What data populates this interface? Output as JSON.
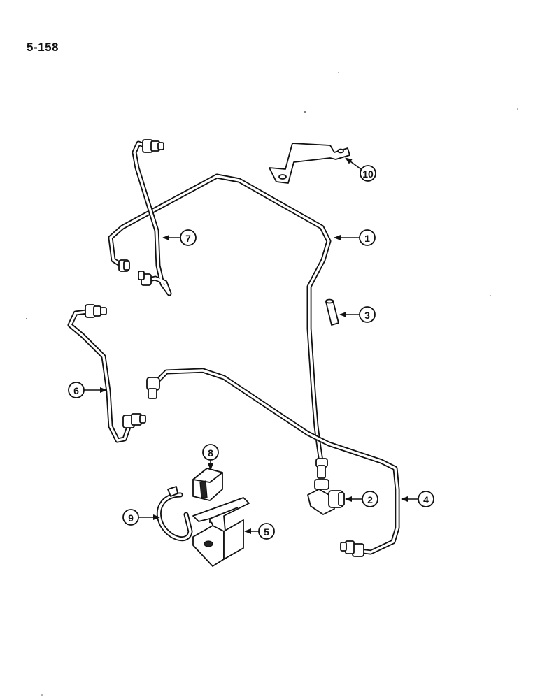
{
  "page": {
    "number": "5-158"
  },
  "callouts": [
    {
      "id": "1",
      "label": "1"
    },
    {
      "id": "2",
      "label": "2"
    },
    {
      "id": "3",
      "label": "3"
    },
    {
      "id": "4",
      "label": "4"
    },
    {
      "id": "5",
      "label": "5"
    },
    {
      "id": "6",
      "label": "6"
    },
    {
      "id": "7",
      "label": "7"
    },
    {
      "id": "8",
      "label": "8"
    },
    {
      "id": "9",
      "label": "9"
    },
    {
      "id": "10",
      "label": "10"
    }
  ]
}
